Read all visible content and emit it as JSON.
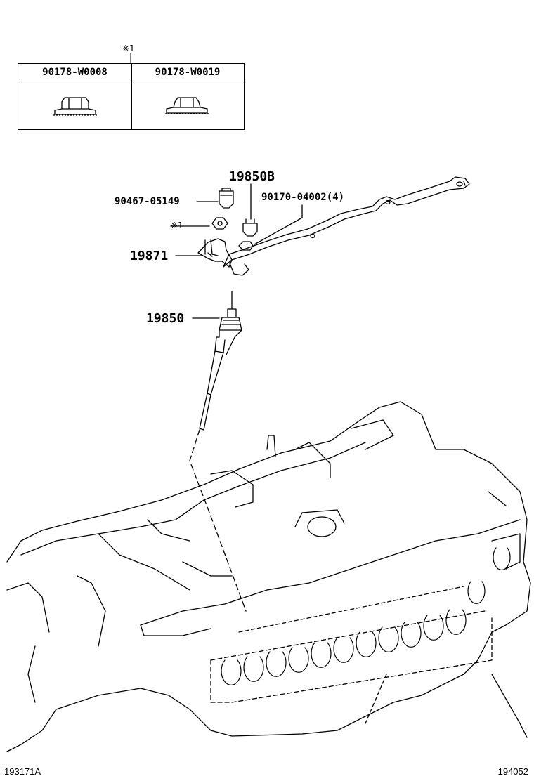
{
  "table": {
    "note_mark": "※1",
    "columns": [
      {
        "part_number": "90178-W0008",
        "icon": "flange-nut-icon"
      },
      {
        "part_number": "90178-W0019",
        "icon": "flange-nut-icon"
      }
    ]
  },
  "labels": {
    "glow_plug_connector": "19850B",
    "nut_90467": "90467-05149",
    "nut_90170": "90170-04002(4)",
    "note_mark_nut": "※1",
    "bracket": "19871",
    "glow_plug": "19850"
  },
  "footer": {
    "left_code": "193171A",
    "right_code": "194052"
  }
}
